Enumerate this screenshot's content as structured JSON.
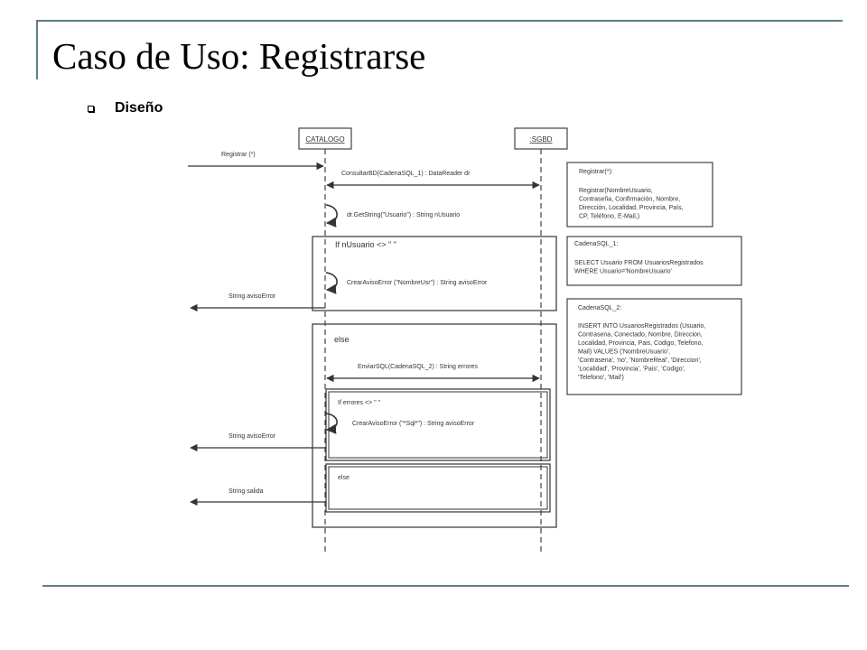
{
  "slide": {
    "title": "Caso de Uso: Registrarse",
    "bullet": "Diseño"
  },
  "diagram": {
    "lifelines": [
      {
        "id": "catalogo",
        "label": "CATALOGO"
      },
      {
        "id": "sgbd",
        "label": ":SGBD"
      }
    ],
    "messages": {
      "registrar_in": "Registrar (*)",
      "consultar": "ConsultarBD(CadenaSQL_1) : DataReader dr",
      "getstring": "dr.GetString(\"Usuario\") : String nUsuario",
      "crear_aviso_1": "CrearAvisoError (\"NombreUsr\") : String avisoError",
      "return_aviso_1": "String avisoError",
      "enviar": "EnviarSQL(CadenaSQL_2) : String errores",
      "crear_aviso_2": "CrearAvisoError (\"*Sql*\") : String avisoError",
      "return_aviso_2": "String avisoError",
      "return_salida": "String salida"
    },
    "frames": {
      "if_nusuario": "If nUsuario <> \" \"",
      "else_outer": "else",
      "if_errores": "If errores <> \" \"",
      "else_inner": "else"
    },
    "notes": {
      "registrar": [
        "Registrar(*):",
        "",
        "Registrar(NombreUsuario,",
        "Contraseña, Confirmación, Nombre,",
        "Dirección, Localidad, Provincia, País,",
        "CP, Teléfono, E-Mail,)"
      ],
      "cadena1": [
        "CadenaSQL_1:",
        "",
        "SELECT Usuario FROM UsuariosRegistrados",
        "WHERE Usuario='NombreUsuario'"
      ],
      "cadena2": [
        "CadenaSQL_2:",
        "",
        "INSERT INTO UsuariosRegistrados (Usuario,",
        "Contrasena, Conectado, Nombre, Direccion,",
        "Localidad, Provincia, Pais, Codigo, Telefono,",
        "Mail) VALUES ('NombreUsuario',",
        "'Contrasena', 'no', 'NombreReal', 'Direccion',",
        "'Localidad', 'Provincia', 'Pais', 'Codigo',",
        "'Telefono', 'Mail')"
      ]
    }
  }
}
